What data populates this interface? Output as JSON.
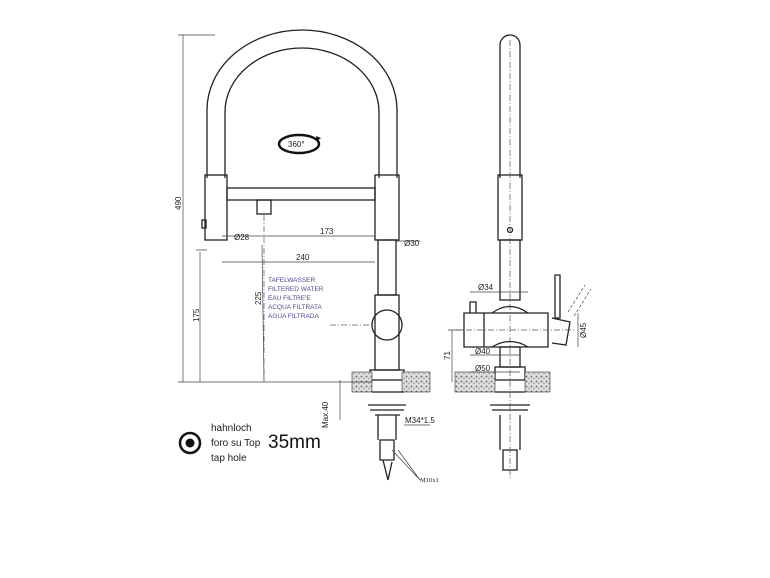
{
  "rotation_badge": "360°",
  "dimensions": {
    "total_height": "490",
    "spout_height": "225",
    "outlet_height": "175",
    "reach_173": "173",
    "reach_240": "240",
    "d28": "Ø28",
    "d30": "Ø30",
    "max40": "Max.40",
    "thread_m34": "M34*1.5",
    "thread_m10": "M10x1",
    "d34": "Ø34",
    "d40": "Ø40",
    "d50": "Ø50",
    "d45": "Ø45",
    "h71": "71"
  },
  "filtered_water_labels": [
    "TAFELWASSER",
    "FILTERED WATER",
    "EAU FILTRE'E",
    "ACQUA FILTRATA",
    "AGUA FILTRADA"
  ],
  "tap_hole": {
    "lines": [
      "hahnloch",
      "foro su Top",
      "tap hole"
    ],
    "size": "35mm"
  }
}
